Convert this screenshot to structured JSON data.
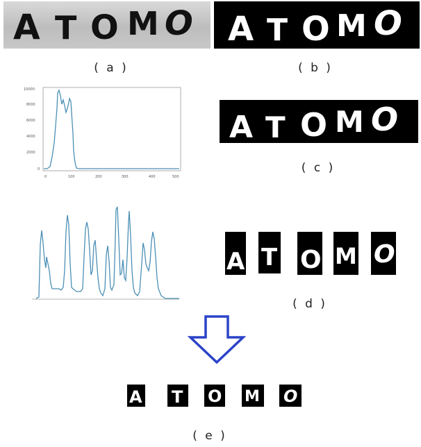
{
  "panel_a": {
    "word": [
      "A",
      "T",
      "O",
      "M",
      "O"
    ],
    "caption": "( a )"
  },
  "panel_b": {
    "word": [
      "A",
      "T",
      "O",
      "M",
      "O"
    ],
    "caption": "( b )"
  },
  "panel_c": {
    "word": [
      "A",
      "T",
      "O",
      "M",
      "O"
    ],
    "caption": "( c )"
  },
  "panel_d": {
    "letters": [
      "A",
      "T",
      "O",
      "M",
      "O"
    ],
    "caption": "( d )"
  },
  "panel_e": {
    "letters": [
      "A",
      "T",
      "O",
      "M",
      "O"
    ],
    "caption": "( e )"
  },
  "horizontal_histogram": {
    "y_ticks": [
      "10000",
      "8000",
      "6000",
      "4000",
      "2000",
      "0"
    ],
    "x_ticks": [
      "0",
      "100",
      "200",
      "300",
      "400",
      "500"
    ]
  },
  "colors": {
    "plot_line": "#4a8fb5",
    "arrow_stroke": "#2a43c8",
    "axis": "#9a9a9a"
  },
  "icons": {
    "down_arrow": "down-arrow-icon"
  }
}
